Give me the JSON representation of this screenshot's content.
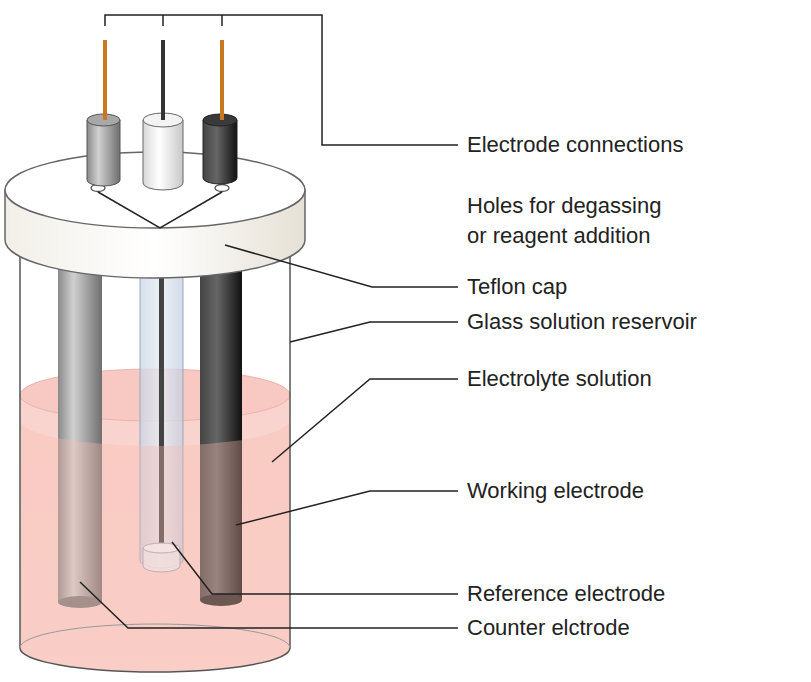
{
  "diagram": {
    "labels": [
      "Electrode connections",
      "Holes for degassing or reagent addition",
      "Teflon cap",
      "Glass solution reservoir",
      "Electrolyte solution",
      "Working electrode",
      "Reference electrode",
      "Counter elctrode"
    ]
  }
}
